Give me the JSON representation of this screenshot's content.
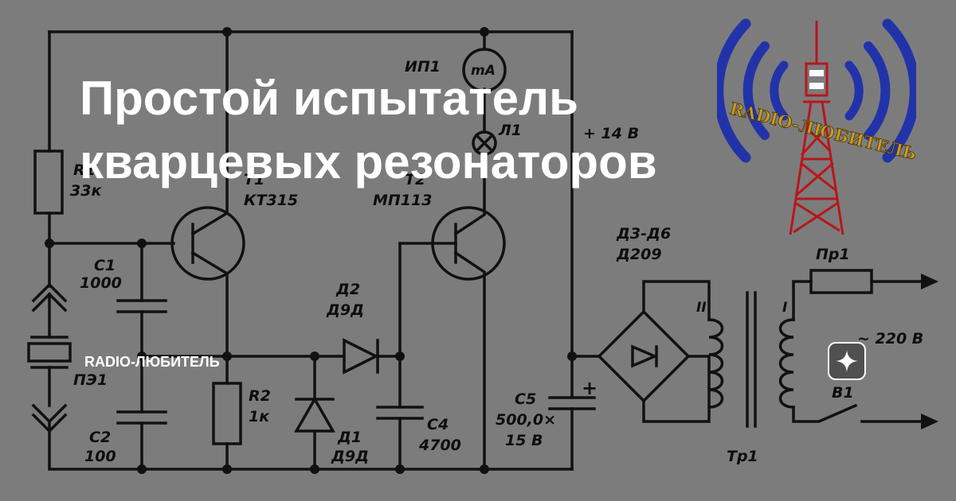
{
  "article": {
    "title_lines": [
      "Простой испытатель",
      "кварцевых резонаторов"
    ],
    "channel_name": "RADIO-ЛЮБИТЕЛЬ"
  },
  "logo": {
    "text": "RADIO-ЛЮБИТЕЛЬ",
    "colors": {
      "waves": "#2233aa",
      "tower": "#b8161c",
      "text_gold": "#c89a20"
    }
  },
  "schematic": {
    "labels": {
      "r1_name": "R1",
      "r1_value": "33к",
      "c1_name": "С1",
      "c1_value": "1000",
      "c2_name": "С2",
      "c2_value": "100",
      "crystal": "ПЭ1",
      "t1_name": "Т1",
      "t1_type": "КТ315",
      "r2_name": "R2",
      "r2_value": "1к",
      "d2_name": "Д2",
      "d2_type": "Д9Д",
      "d1_name": "Д1",
      "d1_type": "Д9Д",
      "c4_name": "С4",
      "c4_value": "4700",
      "meter_name": "ИП1",
      "meter_unit": "mA",
      "lamp": "Л1",
      "supply": "+ 14 В",
      "t2_name": "Т2",
      "t2_type": "МП113",
      "c5_name": "С5",
      "c5_value": "500,0×",
      "c5_voltage": "15 В",
      "bridge_name": "Д3-Д6",
      "bridge_type": "Д209",
      "fuse": "Пр1",
      "mains": "~ 220 В",
      "switch": "В1",
      "transformer": "Тр1",
      "winding_secondary": "II",
      "winding_primary": "I",
      "plus_sign": "+"
    }
  },
  "ui": {
    "zen_icon": "sparkle-icon"
  }
}
